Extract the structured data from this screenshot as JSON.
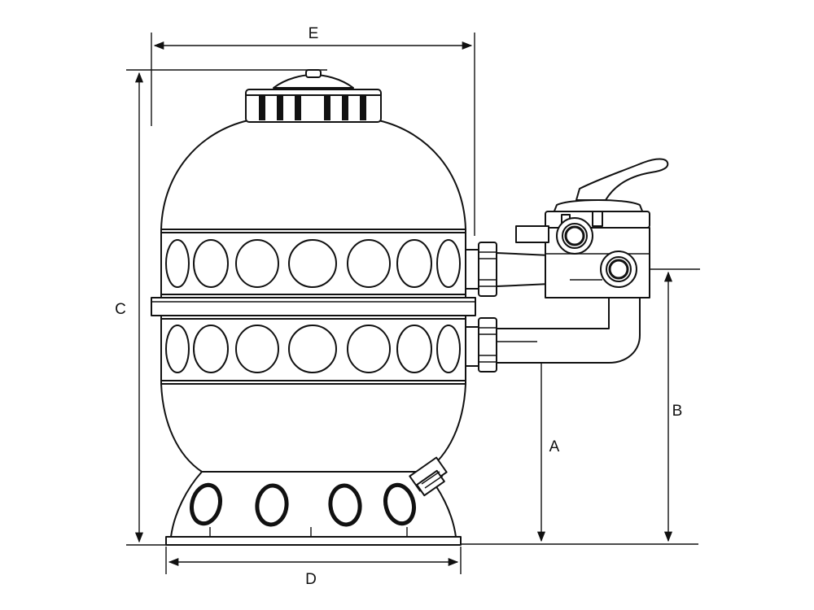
{
  "diagram": {
    "dimension_labels": {
      "a": "A",
      "b": "B",
      "c": "C",
      "d": "D",
      "e": "E"
    },
    "colors": {
      "ink": "#111111",
      "background": "#ffffff"
    }
  }
}
